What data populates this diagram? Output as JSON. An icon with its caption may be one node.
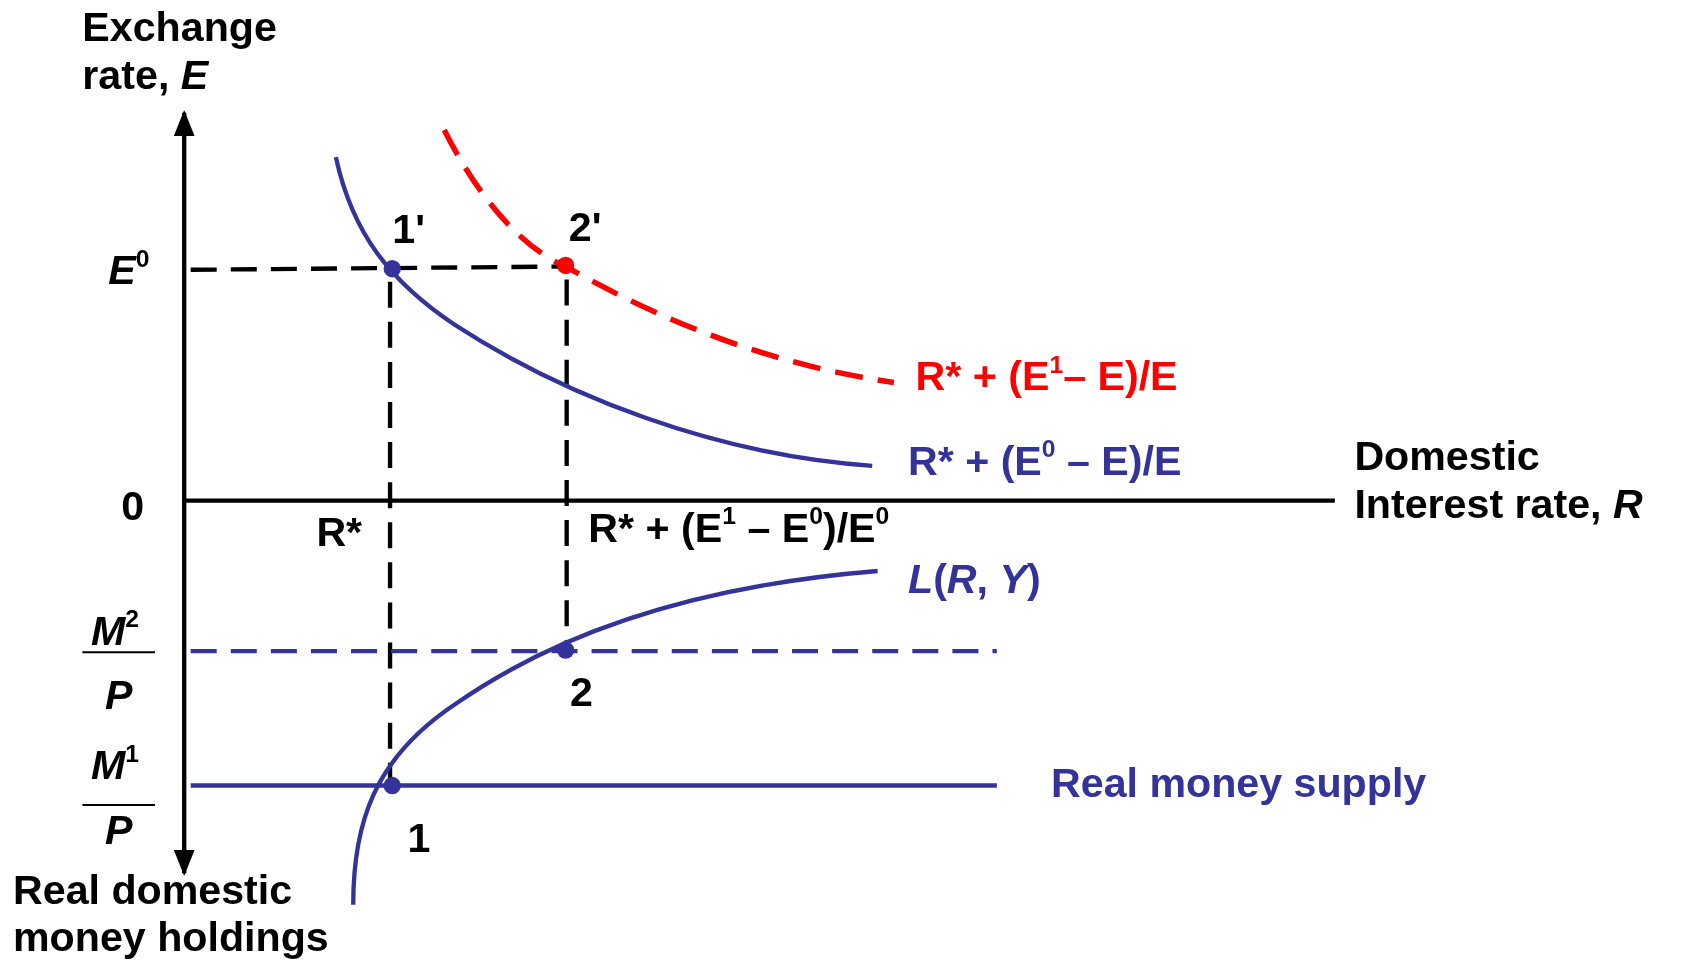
{
  "diagram": {
    "labels": [
      "Exchange rate, *E*",
      "1'",
      "2'",
      "*E*$^{0}$",
      "R* + (E$^{1}$– E)/E",
      "R* + (E$^{0}$ – E)/E",
      "Domestic Interest rate, *R*",
      "0",
      "R*",
      "R* + (E$^{1}$ – E$^{0}$)/E$^{0}$",
      "*L*(*R*, *Y*)",
      "*M*$^{2}$",
      "*P*",
      "2",
      "*M*$^{1}$",
      "*P*",
      "Real money supply",
      "1",
      "Real domestic money holdings"
    ]
  }
}
